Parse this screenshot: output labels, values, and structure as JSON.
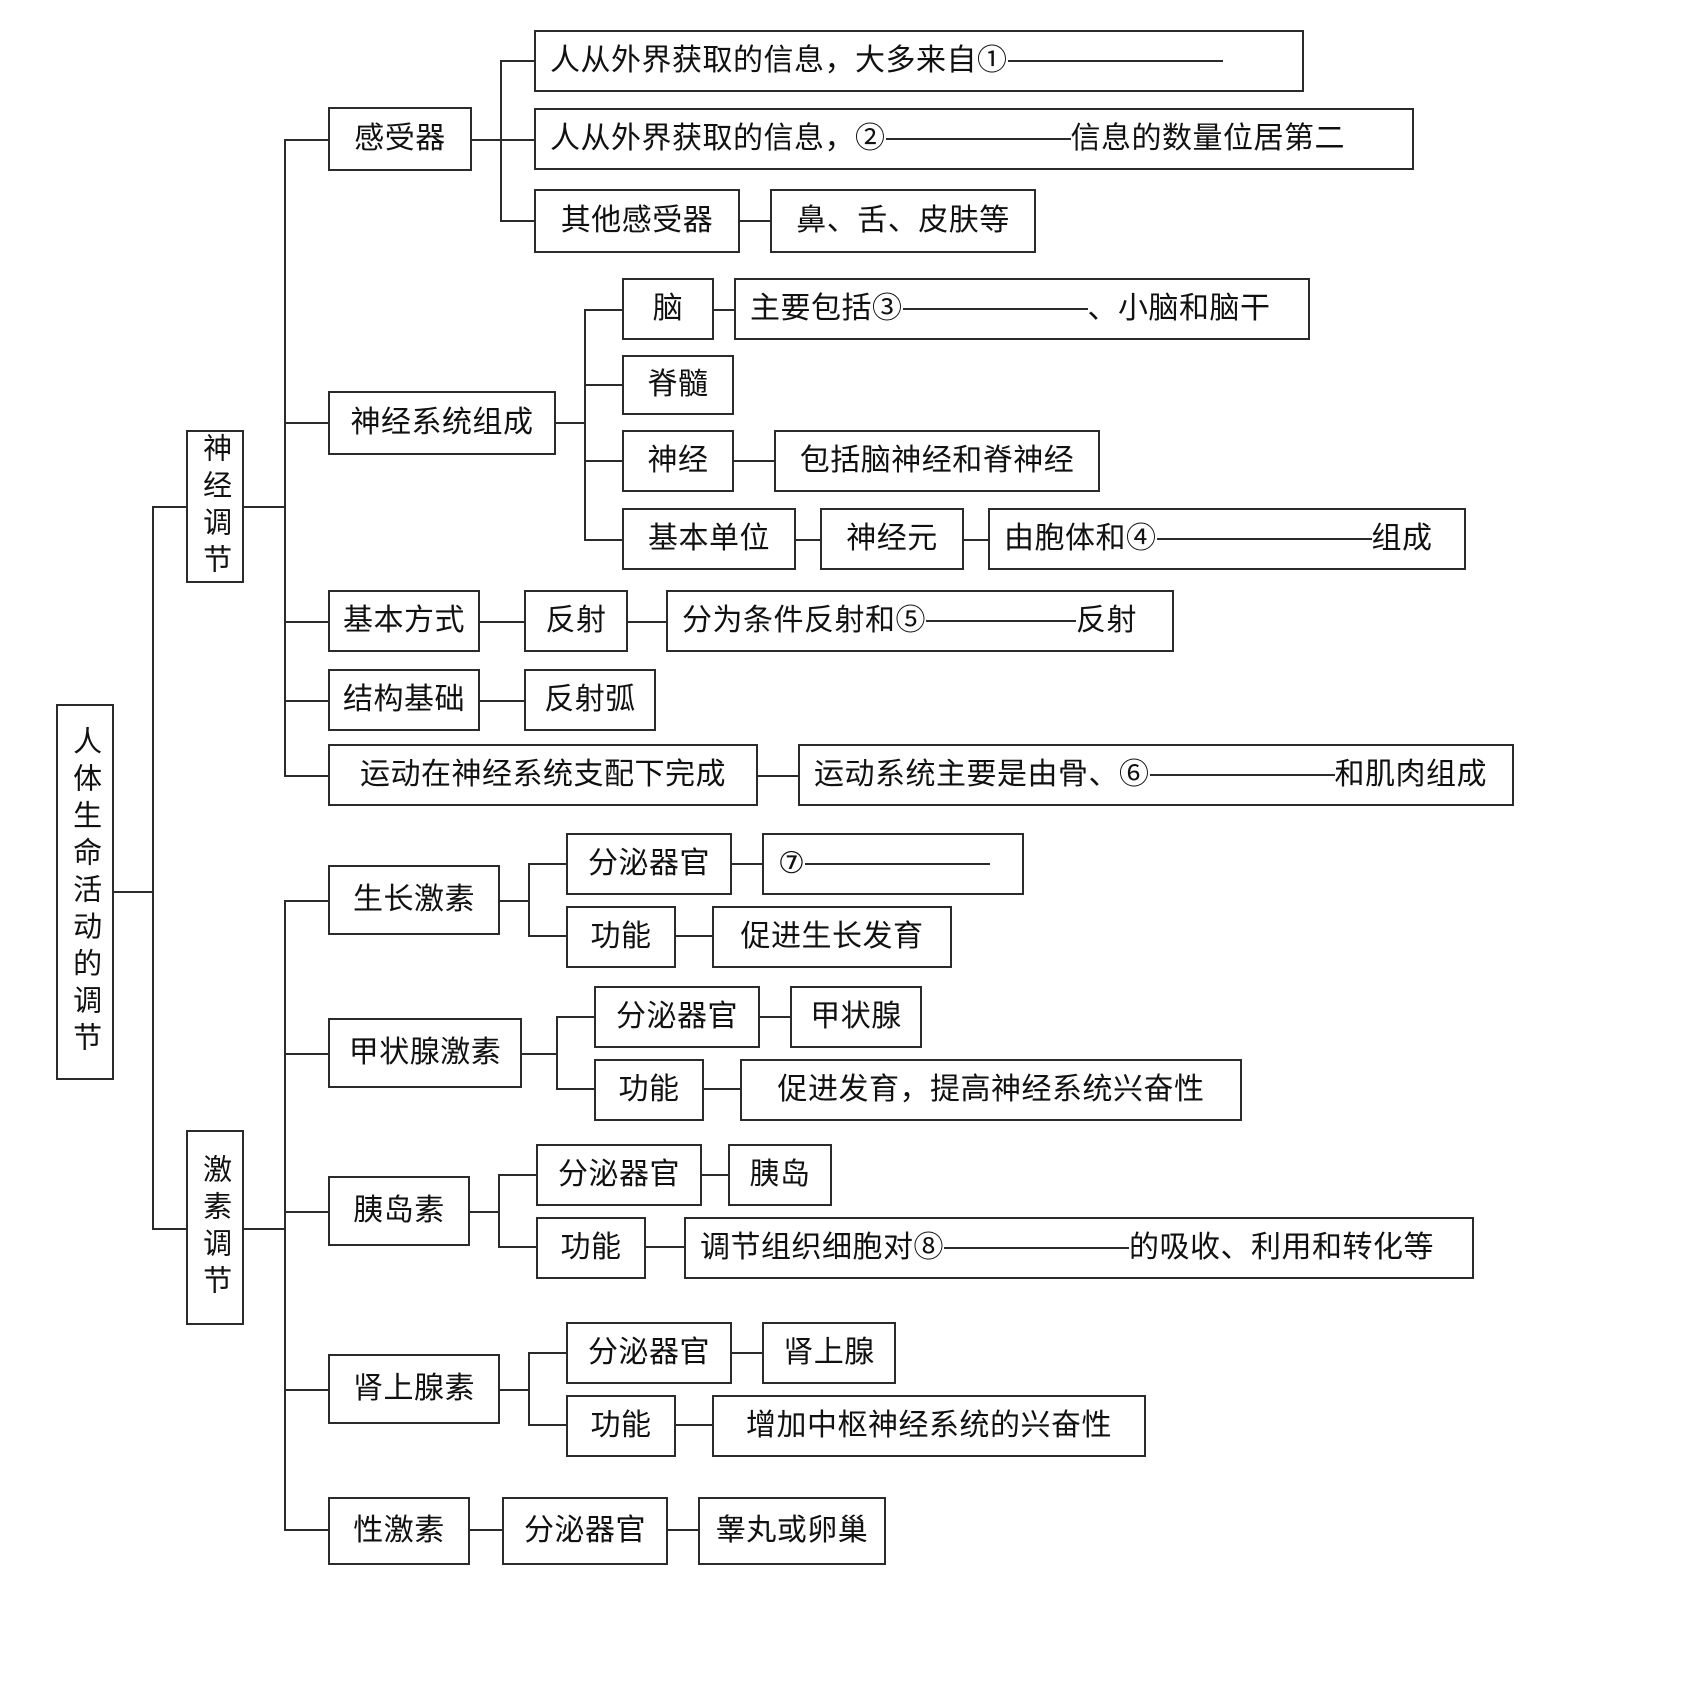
{
  "title": "人体生命活动的调节",
  "root": {
    "label": "人体生命活动的调节"
  },
  "branches": [
    {
      "id": "neural",
      "label": "神经调节",
      "children": [
        {
          "id": "receptor",
          "label": "感受器",
          "children": [
            {
              "id": "receptor-eye",
              "text_before": "人从外界获取的信息，大多来自①",
              "blank": "b-xl",
              "text_after": ""
            },
            {
              "id": "receptor-ear",
              "text_before": "人从外界获取的信息，②",
              "blank": "b-lg",
              "text_after": "信息的数量位居第二"
            },
            {
              "id": "receptor-other",
              "label": "其他感受器",
              "children": [
                {
                  "id": "receptor-other-list",
                  "text_before": "鼻、舌、皮肤等",
                  "blank": "",
                  "text_after": ""
                }
              ]
            }
          ]
        },
        {
          "id": "ns-composition",
          "label": "神经系统组成",
          "children": [
            {
              "id": "brain",
              "label": "脑",
              "children": [
                {
                  "id": "brain-detail",
                  "text_before": "主要包括③",
                  "blank": "b-lg",
                  "text_after": "、小脑和脑干"
                }
              ]
            },
            {
              "id": "spinal-cord",
              "label": "脊髓",
              "children": []
            },
            {
              "id": "nerve",
              "label": "神经",
              "children": [
                {
                  "id": "nerve-detail",
                  "text_before": "包括脑神经和脊神经",
                  "blank": "",
                  "text_after": ""
                }
              ]
            },
            {
              "id": "basic-unit",
              "label": "基本单位",
              "children": [
                {
                  "id": "neuron",
                  "label": "神经元",
                  "children": [
                    {
                      "id": "neuron-detail",
                      "text_before": "由胞体和④",
                      "blank": "b-xl",
                      "text_after": "组成"
                    }
                  ]
                }
              ]
            }
          ]
        },
        {
          "id": "basic-mode",
          "label": "基本方式",
          "children": [
            {
              "id": "reflex",
              "label": "反射",
              "children": [
                {
                  "id": "reflex-detail",
                  "text_before": "分为条件反射和⑤",
                  "blank": "b-md",
                  "text_after": "反射"
                }
              ]
            }
          ]
        },
        {
          "id": "structure-base",
          "label": "结构基础",
          "children": [
            {
              "id": "reflex-arc",
              "label": "反射弧",
              "children": []
            }
          ]
        },
        {
          "id": "movement",
          "label": "运动在神经系统支配下完成",
          "children": [
            {
              "id": "movement-detail",
              "text_before": "运动系统主要是由骨、⑥",
              "blank": "b-lg",
              "text_after": "和肌肉组成"
            }
          ]
        }
      ]
    },
    {
      "id": "hormonal",
      "label": "激素调节",
      "children": [
        {
          "id": "growth-hormone",
          "label": "生长激素",
          "children": [
            {
              "id": "gh-organ",
              "label": "分泌器官",
              "children": [
                {
                  "id": "gh-organ-val",
                  "text_before": "⑦",
                  "blank": "b-lg",
                  "text_after": ""
                }
              ]
            },
            {
              "id": "gh-function",
              "label": "功能",
              "children": [
                {
                  "id": "gh-function-val",
                  "text_before": "促进生长发育",
                  "blank": "",
                  "text_after": ""
                }
              ]
            }
          ]
        },
        {
          "id": "thyroid-hormone",
          "label": "甲状腺激素",
          "children": [
            {
              "id": "th-organ",
              "label": "分泌器官",
              "children": [
                {
                  "id": "th-organ-val",
                  "text_before": "甲状腺",
                  "blank": "",
                  "text_after": ""
                }
              ]
            },
            {
              "id": "th-function",
              "label": "功能",
              "children": [
                {
                  "id": "th-function-val",
                  "text_before": "促进发育，提高神经系统兴奋性",
                  "blank": "",
                  "text_after": ""
                }
              ]
            }
          ]
        },
        {
          "id": "insulin",
          "label": "胰岛素",
          "children": [
            {
              "id": "ins-organ",
              "label": "分泌器官",
              "children": [
                {
                  "id": "ins-organ-val",
                  "text_before": "胰岛",
                  "blank": "",
                  "text_after": ""
                }
              ]
            },
            {
              "id": "ins-function",
              "label": "功能",
              "children": [
                {
                  "id": "ins-function-val",
                  "text_before": "调节组织细胞对⑧",
                  "blank": "b-lg",
                  "text_after": "的吸收、利用和转化等"
                }
              ]
            }
          ]
        },
        {
          "id": "adrenaline",
          "label": "肾上腺素",
          "children": [
            {
              "id": "adr-organ",
              "label": "分泌器官",
              "children": [
                {
                  "id": "adr-organ-val",
                  "text_before": "肾上腺",
                  "blank": "",
                  "text_after": ""
                }
              ]
            },
            {
              "id": "adr-function",
              "label": "功能",
              "children": [
                {
                  "id": "adr-function-val",
                  "text_before": "增加中枢神经系统的兴奋性",
                  "blank": "",
                  "text_after": ""
                }
              ]
            }
          ]
        },
        {
          "id": "sex-hormone",
          "label": "性激素",
          "children": [
            {
              "id": "sex-organ",
              "label": "分泌器官",
              "children": [
                {
                  "id": "sex-organ-val",
                  "text_before": "睾丸或卵巢",
                  "blank": "",
                  "text_after": ""
                }
              ]
            }
          ]
        }
      ]
    }
  ],
  "labels": {
    "root": "人体生命活动的调节",
    "neural": "神经调节",
    "hormonal": "激素调节",
    "receptor": "感受器",
    "receptor_other": "其他感受器",
    "receptor_other_list": "鼻、舌、皮肤等",
    "ns_composition": "神经系统组成",
    "brain": "脑",
    "spinal_cord": "脊髓",
    "nerve": "神经",
    "nerve_detail": "包括脑神经和脊神经",
    "basic_unit": "基本单位",
    "neuron": "神经元",
    "basic_mode": "基本方式",
    "reflex": "反射",
    "structure_base": "结构基础",
    "reflex_arc": "反射弧",
    "movement": "运动在神经系统支配下完成",
    "growth_hormone": "生长激素",
    "thyroid_hormone": "甲状腺激素",
    "insulin": "胰岛素",
    "adrenaline": "肾上腺素",
    "sex_hormone": "性激素",
    "secreting_organ": "分泌器官",
    "function": "功能",
    "gh_function_val": "促进生长发育",
    "thyroid_gland": "甲状腺",
    "th_function_val": "促进发育，提高神经系统兴奋性",
    "pancreatic_islet": "胰岛",
    "adrenal_gland": "肾上腺",
    "adr_function_val": "增加中枢神经系统的兴奋性",
    "testis_or_ovary": "睾丸或卵巢"
  },
  "fragments": {
    "receptor_eye_a": "人从外界获取的信息，大多来自①",
    "receptor_eye_b": "",
    "receptor_ear_a": "人从外界获取的信息，②",
    "receptor_ear_b": "信息的数量位居第二",
    "brain_a": "主要包括③",
    "brain_b": "、小脑和脑干",
    "neuron_a": "由胞体和④",
    "neuron_b": "组成",
    "reflex_a": "分为条件反射和⑤",
    "reflex_b": "反射",
    "movement_a": "运动系统主要是由骨、⑥",
    "movement_b": "和肌肉组成",
    "gh_organ_a": "⑦",
    "gh_organ_b": "",
    "insulin_a": "调节组织细胞对⑧",
    "insulin_b": "的吸收、利用和转化等"
  },
  "colors": {
    "stroke": "#2b2b2b",
    "background": "#ffffff"
  }
}
